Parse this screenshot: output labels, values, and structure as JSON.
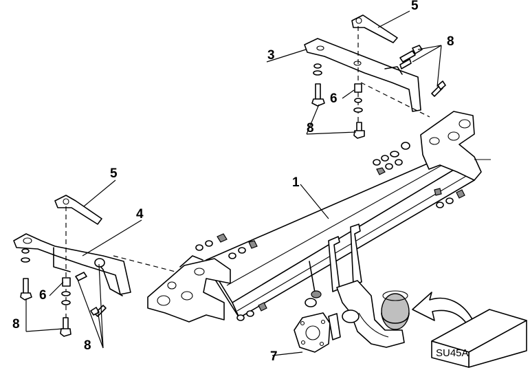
{
  "callouts": {
    "c1": "1",
    "c3": "3",
    "c4": "4",
    "c5_right": "5",
    "c5_left": "5",
    "c6_right": "6",
    "c6_left": "6",
    "c7": "7",
    "c8_right_top": "8",
    "c8_right_bottom": "8",
    "c8_left_bottom": "8",
    "c8_left_group": "8"
  },
  "module_box": {
    "label": "SU45A"
  },
  "colors": {
    "line": "#000000",
    "background": "#ffffff",
    "ball": "#bfbfbf",
    "arrow": "#ffffff"
  }
}
